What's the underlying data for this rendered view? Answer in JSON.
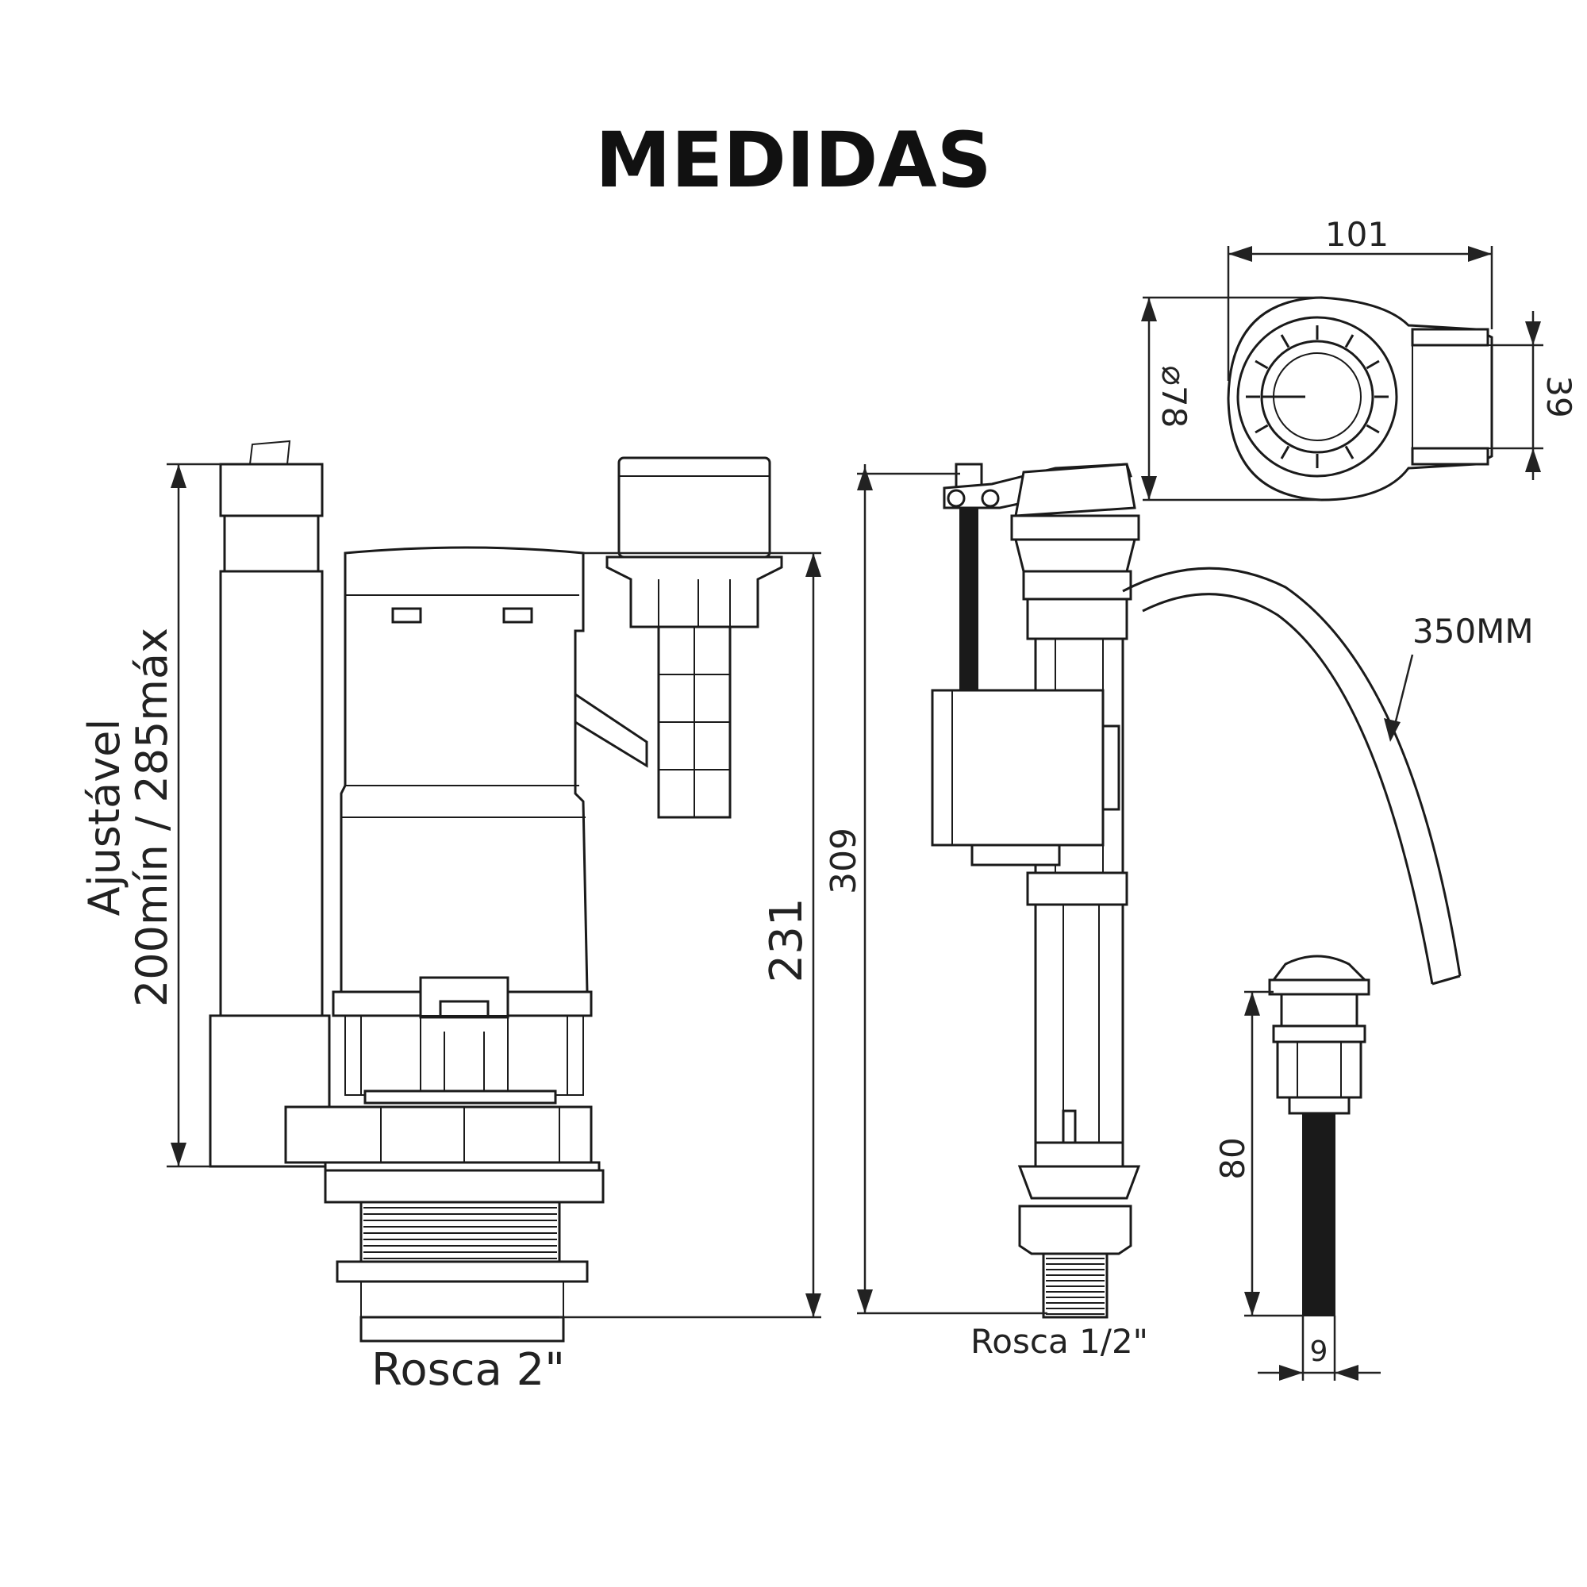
{
  "title": "MEDIDAS",
  "labels": {
    "flush_height": "Ajustável\n200mín / 285máx",
    "flush_height_line1": "Ajustável",
    "flush_height_line2": "200mín / 285máx",
    "flush_valve_height": "231",
    "flush_valve_thread": "Rosca 2\"",
    "fill_valve_height": "309",
    "fill_valve_thread": "Rosca 1/2\"",
    "top_width": "101",
    "top_diameter": "⌀78",
    "top_depth": "39",
    "hose_length": "350MM",
    "button_height": "80",
    "button_rod_diameter": "9"
  },
  "colors": {
    "ink": "#1a1a1a",
    "background": "#ffffff"
  }
}
